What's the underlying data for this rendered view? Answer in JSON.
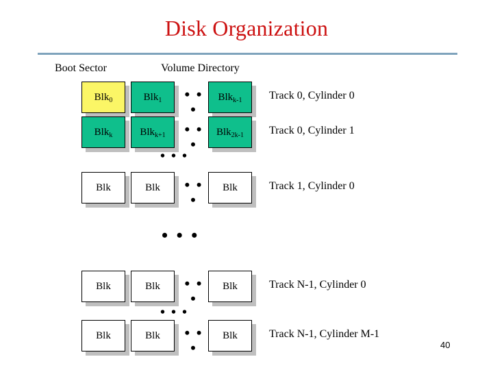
{
  "slide": {
    "title": "Disk Organization",
    "page_number": "40",
    "title_color": "#CC1111",
    "rule_color": "#7FA3BC"
  },
  "headers": {
    "boot_sector": "Boot Sector",
    "volume_directory": "Volume Directory"
  },
  "colors": {
    "green_block": "#0FBF8C",
    "yellow_block": "#FBF666",
    "white_block": "#FFFFFF",
    "block_border": "#000000",
    "block_shadow": "#BFBFBF"
  },
  "ellipsis": {
    "inline": "• • •",
    "gap_small": "• • •",
    "gap_large": "• • •"
  },
  "rows": [
    {
      "id": "row-track0-cyl0",
      "caption": "Track 0, Cylinder 0",
      "blocks": [
        {
          "label": "Blk",
          "sub": "0",
          "fill": "yellow"
        },
        {
          "label": "Blk",
          "sub": "1",
          "fill": "green"
        },
        {
          "label": "Blk",
          "sub": "k-1",
          "fill": "green"
        }
      ]
    },
    {
      "id": "row-track0-cyl1",
      "caption": "Track 0, Cylinder 1",
      "blocks": [
        {
          "label": "Blk",
          "sub": "k",
          "fill": "green"
        },
        {
          "label": "Blk",
          "sub": "k+1",
          "fill": "green"
        },
        {
          "label": "Blk",
          "sub": "2k-1",
          "fill": "green"
        }
      ]
    },
    {
      "id": "row-track1-cyl0",
      "caption": "Track 1, Cylinder 0",
      "blocks": [
        {
          "label": "Blk",
          "sub": "",
          "fill": "white"
        },
        {
          "label": "Blk",
          "sub": "",
          "fill": "white"
        },
        {
          "label": "Blk",
          "sub": "",
          "fill": "white"
        }
      ]
    },
    {
      "id": "row-trackN1-cyl0",
      "caption": "Track N-1, Cylinder 0",
      "blocks": [
        {
          "label": "Blk",
          "sub": "",
          "fill": "white"
        },
        {
          "label": "Blk",
          "sub": "",
          "fill": "white"
        },
        {
          "label": "Blk",
          "sub": "",
          "fill": "white"
        }
      ]
    },
    {
      "id": "row-trackN1-cylM1",
      "caption": "Track N-1, Cylinder M-1",
      "blocks": [
        {
          "label": "Blk",
          "sub": "",
          "fill": "white"
        },
        {
          "label": "Blk",
          "sub": "",
          "fill": "white"
        },
        {
          "label": "Blk",
          "sub": "",
          "fill": "white"
        }
      ]
    }
  ]
}
